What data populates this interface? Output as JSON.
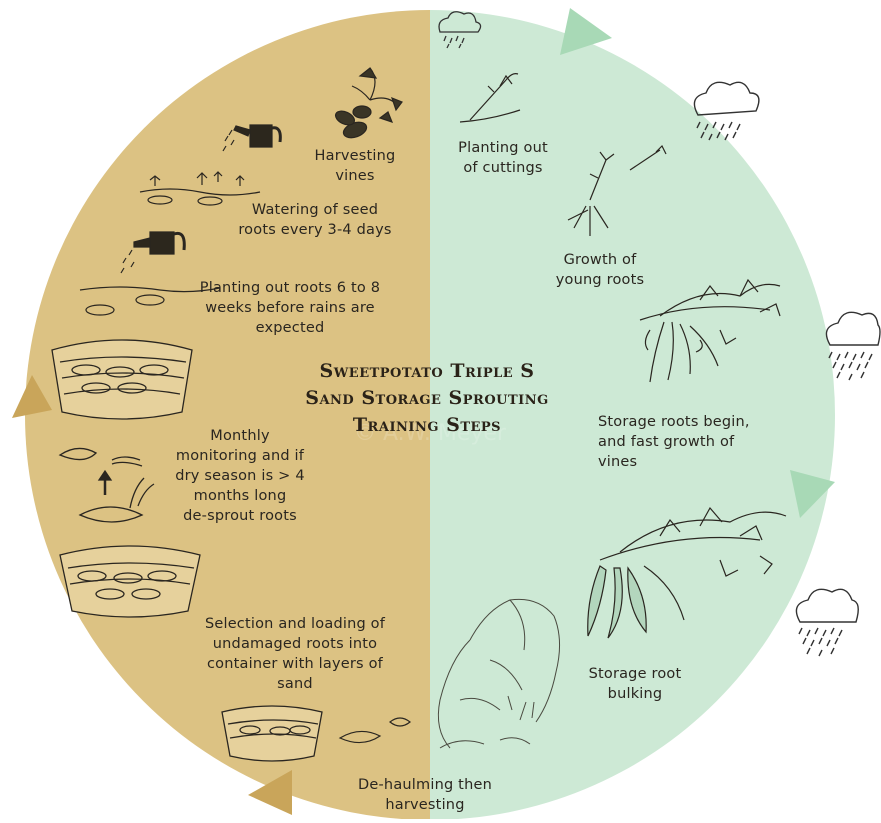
{
  "title": {
    "lines": [
      "Sweetpotato Triple S",
      "Sand Storage Sprouting",
      "Training Steps"
    ]
  },
  "steps": [
    {
      "id": "harvesting-vines",
      "text": "Harvesting\nvines"
    },
    {
      "id": "watering-seed-roots",
      "text": "Watering of seed\nroots every 3-4 days"
    },
    {
      "id": "planting-out-roots",
      "text": "Planting out roots 6 to 8\nweeks before rains are\nexpected"
    },
    {
      "id": "monthly-monitoring",
      "text": "Monthly\nmonitoring and if\ndry season is > 4\nmonths long\nde-sprout roots"
    },
    {
      "id": "selection-loading",
      "text": "Selection and loading of\nundamaged roots into\ncontainer with layers of\nsand"
    },
    {
      "id": "de-haulming",
      "text": "De-haulming then\nharvesting"
    },
    {
      "id": "planting-cuttings",
      "text": "Planting out\nof cuttings"
    },
    {
      "id": "growth-young-roots",
      "text": "Growth of\nyoung roots"
    },
    {
      "id": "storage-roots-begin",
      "text": "Storage roots begin,\nand fast growth of\nvines"
    },
    {
      "id": "storage-root-bulking",
      "text": "Storage root\nbulking"
    }
  ],
  "colors": {
    "dry_season": "#dcc283",
    "rainy_season": "#cde9d5",
    "arrow_dry": "#c9a55a",
    "arrow_wet": "#a8d9b6",
    "ink": "#2a2620"
  },
  "icons": [
    "rain-cloud-icon",
    "watering-can-icon",
    "sweetpotato-plant-icon",
    "storage-basket-icon",
    "sprout-arrow-icon"
  ]
}
